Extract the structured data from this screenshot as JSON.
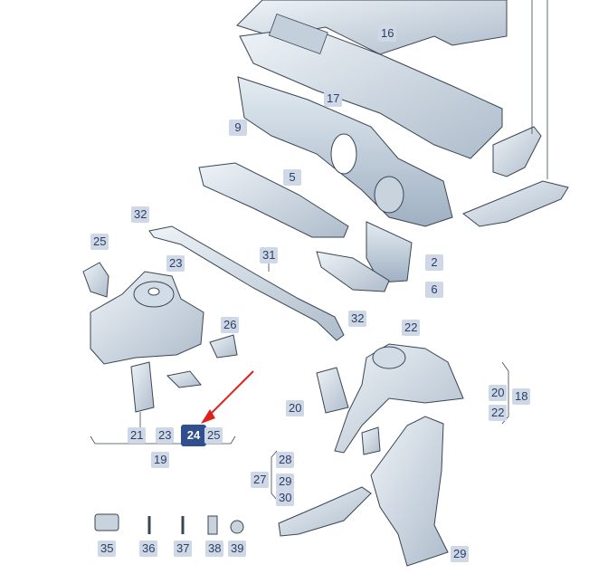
{
  "diagram": {
    "callouts": [
      {
        "id": "c16",
        "label": "16"
      },
      {
        "id": "c17",
        "label": "17"
      },
      {
        "id": "c9",
        "label": "9"
      },
      {
        "id": "c5",
        "label": "5"
      },
      {
        "id": "c32a",
        "label": "32"
      },
      {
        "id": "c25a",
        "label": "25"
      },
      {
        "id": "c23a",
        "label": "23"
      },
      {
        "id": "c31",
        "label": "31"
      },
      {
        "id": "c2",
        "label": "2"
      },
      {
        "id": "c6",
        "label": "6"
      },
      {
        "id": "c32b",
        "label": "32"
      },
      {
        "id": "c26",
        "label": "26"
      },
      {
        "id": "c22a",
        "label": "22"
      },
      {
        "id": "c20a",
        "label": "20"
      },
      {
        "id": "c18",
        "label": "18"
      },
      {
        "id": "c22b",
        "label": "22"
      },
      {
        "id": "c20b",
        "label": "20"
      },
      {
        "id": "c21",
        "label": "21"
      },
      {
        "id": "c23b",
        "label": "23"
      },
      {
        "id": "c24",
        "label": "24",
        "highlight": true
      },
      {
        "id": "c25b",
        "label": "25"
      },
      {
        "id": "c19",
        "label": "19"
      },
      {
        "id": "c28",
        "label": "28"
      },
      {
        "id": "c27",
        "label": "27"
      },
      {
        "id": "c29a",
        "label": "29"
      },
      {
        "id": "c30",
        "label": "30"
      },
      {
        "id": "c35",
        "label": "35"
      },
      {
        "id": "c36",
        "label": "36"
      },
      {
        "id": "c37",
        "label": "37"
      },
      {
        "id": "c38",
        "label": "38"
      },
      {
        "id": "c39",
        "label": "39"
      },
      {
        "id": "c29b",
        "label": "29"
      }
    ]
  },
  "colors": {
    "part_fill": "#dde6ee",
    "part_shade": "#aebccb",
    "outline": "#3a4654",
    "callout_bg": "#cfd8e6",
    "callout_text": "#2b3e63",
    "highlight_bg": "#2f4f8f",
    "arrow": "#e0201b"
  }
}
